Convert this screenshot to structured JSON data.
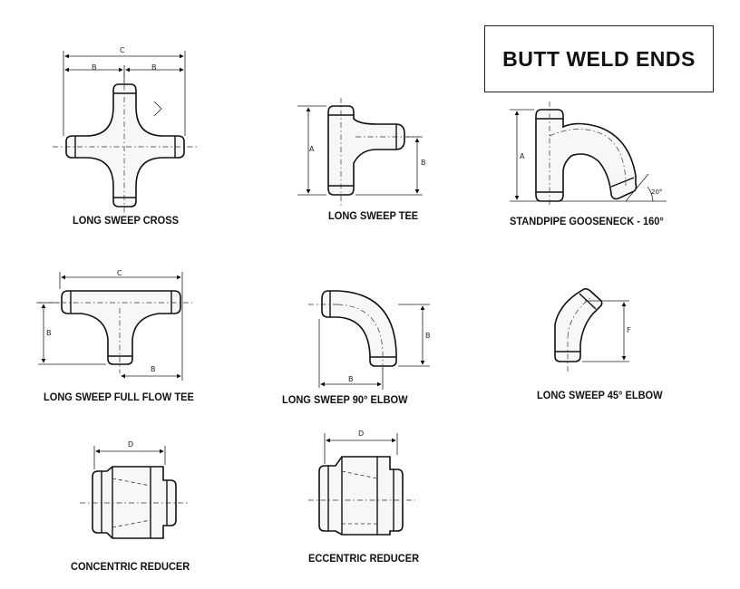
{
  "title": "BUTT WELD ENDS",
  "fittings": {
    "cross": {
      "caption": "LONG SWEEP CROSS",
      "dims": [
        "C",
        "B",
        "B"
      ]
    },
    "tee": {
      "caption": "LONG SWEEP TEE",
      "dims": [
        "A",
        "B"
      ]
    },
    "gooseneck": {
      "caption": "STANDPIPE GOOSENECK - 160°",
      "dims": [
        "A",
        "20°"
      ]
    },
    "full_flow_tee": {
      "caption": "LONG SWEEP FULL FLOW TEE",
      "dims": [
        "C",
        "B",
        "B"
      ]
    },
    "elbow90": {
      "caption": "LONG SWEEP 90° ELBOW",
      "dims": [
        "B",
        "B"
      ]
    },
    "elbow45": {
      "caption": "LONG SWEEP 45° ELBOW",
      "dims": [
        "F"
      ]
    },
    "concentric": {
      "caption": "CONCENTRIC REDUCER",
      "dims": [
        "D"
      ]
    },
    "eccentric": {
      "caption": "ECCENTRIC REDUCER",
      "dims": [
        "D"
      ]
    }
  }
}
